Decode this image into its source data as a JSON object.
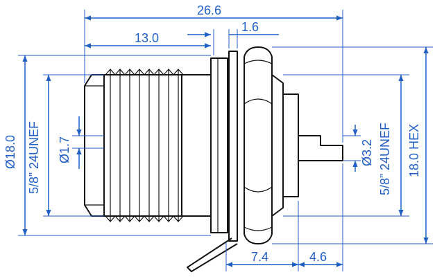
{
  "dimensions": {
    "overall_length": "26.6",
    "thread_length": "13.0",
    "panel_thickness": "1.6",
    "outer_diameter": "Ø18.0",
    "left_thread": "5/8” 24UNEF",
    "pin_diameter": "Ø1.7",
    "pin_tail_diameter": "Ø3.2",
    "right_thread": "5/8” 24UNEF",
    "hex_size": "18.0 HEX",
    "nut_width": "7.4",
    "pin_length": "4.6"
  },
  "colors": {
    "dimension": "#1f5fc6",
    "outline": "#111111"
  }
}
